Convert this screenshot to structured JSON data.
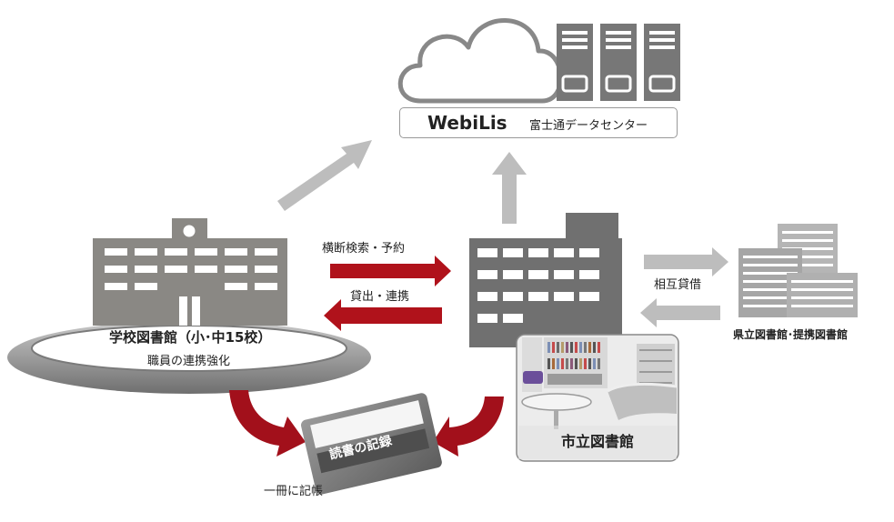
{
  "webilis": {
    "name": "WebiLis",
    "datacenter": "富士通データセンター"
  },
  "school_library": {
    "name": "学校図書館（小･中15校）",
    "note": "職員の連携強化"
  },
  "arrows": {
    "search_reserve": "横断検索・予約",
    "lending_cooperation": "貸出・連携",
    "interlibrary_loan": "相互貸借"
  },
  "prefectural_library": {
    "name": "県立図書館･提携図書館"
  },
  "city_library": {
    "name": "市立図書館"
  },
  "reading_record": {
    "card_label": "読書の記録",
    "caption": "一冊に記帳"
  },
  "colors": {
    "red_arrow": "#b0121b",
    "gray_arrow": "#bdbdbd",
    "building": "#8a8884",
    "dark_building": "#707070"
  }
}
